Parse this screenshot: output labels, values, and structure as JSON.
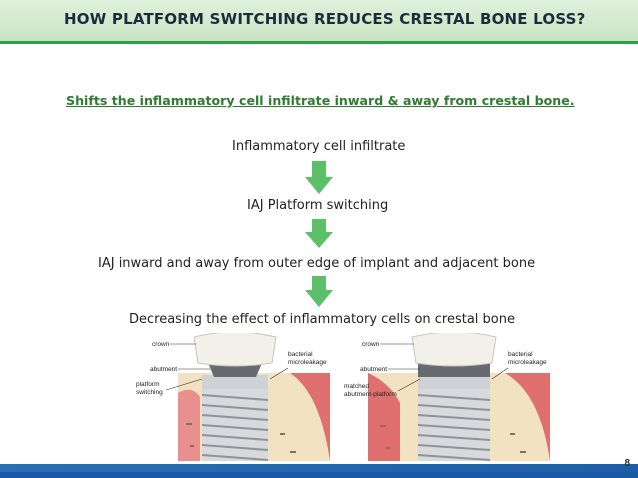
{
  "slide": {
    "title": "HOW PLATFORM SWITCHING REDUCES CRESTAL BONE LOSS?",
    "subtitle": "Shifts the inflammatory cell infiltrate inward & away from crestal bone.",
    "page_number": "8"
  },
  "flow": {
    "steps": [
      "Inflammatory cell infiltrate",
      "IAJ Platform switching",
      "IAJ inward and away from outer edge of implant and adjacent  bone",
      "Decreasing the effect of inflammatory cells on crestal bone"
    ],
    "arrow_color": "#5cbf6a"
  },
  "illustrations": {
    "left": {
      "labels": [
        "crown",
        "abutment",
        "platform",
        "switching",
        "bacterial",
        "microleakage"
      ]
    },
    "right": {
      "labels": [
        "crown",
        "abutment",
        "matched",
        "abutment-platform",
        "bacterial",
        "microleakage"
      ]
    }
  },
  "colors": {
    "title": "#1b2c3c",
    "subtitle": "#2e7d2e",
    "header_line": "#2f9e4a",
    "footer": "#1d5ea8"
  }
}
